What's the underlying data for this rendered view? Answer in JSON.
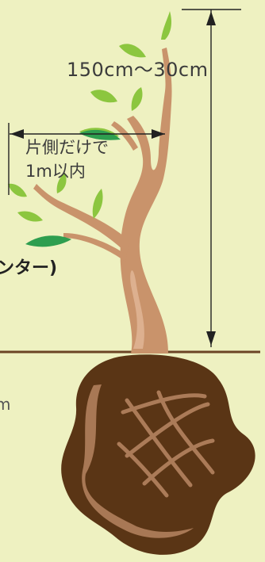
{
  "labels": {
    "height": "150cm〜30cm",
    "spread_line1": "片側だけで",
    "spread_line2": "1m以内",
    "partial_bold": "ンター)",
    "partial_m": "m"
  },
  "colors": {
    "background": "#EEF1C1",
    "trunk": "#C9936B",
    "trunk_shade": "#E2B898",
    "leaf": "#8CC63F",
    "leaf_dark": "#2E9E4F",
    "soil": "#5A3515",
    "soil_light": "#B07F5C",
    "ground_line": "#6B4425",
    "arrow": "#222222"
  }
}
